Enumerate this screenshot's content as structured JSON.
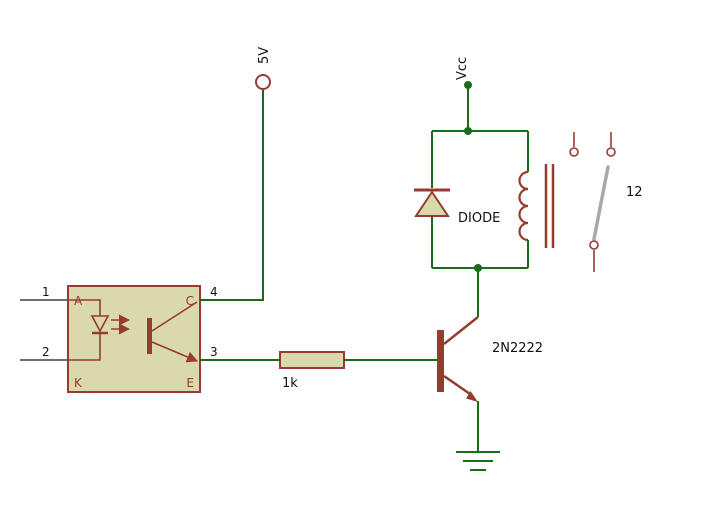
{
  "colors": {
    "wire": "#1a6b1a",
    "component": "#973b31",
    "component_fill": "#d9d9ab",
    "stub": "#3f3f3f",
    "blade": "#a9a9a9",
    "text": "#111111",
    "background": "#ffffff"
  },
  "labels": {
    "supply": "5V",
    "vcc": "Vcc",
    "diode": "DIODE",
    "transistor": "2N2222",
    "resistor_value": "1k",
    "relay_value": "12"
  },
  "pins": {
    "pin1": "1",
    "pin2": "2",
    "pin3": "3",
    "pin4": "4",
    "anode": "A",
    "cathode": "K",
    "collector": "C",
    "emitter": "E"
  }
}
